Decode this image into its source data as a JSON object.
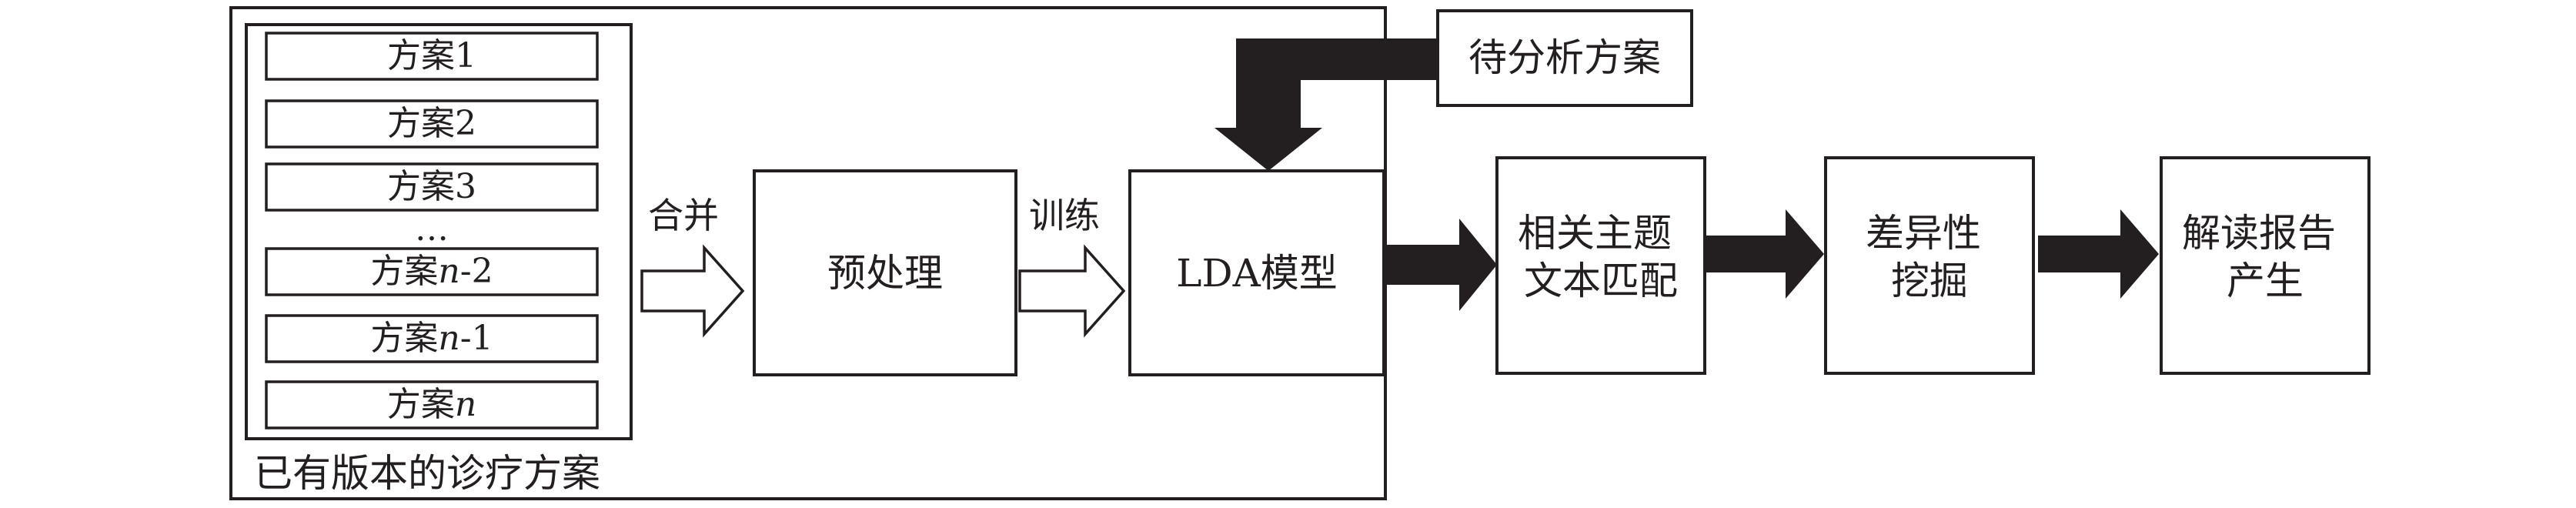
{
  "outer_group": {
    "caption": "已有版本的诊疗方案"
  },
  "plan_list": {
    "items": [
      {
        "prefix": "方案",
        "index": "1",
        "suffix": ""
      },
      {
        "prefix": "方案",
        "index": "2",
        "suffix": ""
      },
      {
        "prefix": "方案",
        "index": "3",
        "suffix": ""
      },
      {
        "prefix": "方案",
        "index": "n",
        "suffix": "-2"
      },
      {
        "prefix": "方案",
        "index": "n",
        "suffix": "-1"
      },
      {
        "prefix": "方案",
        "index": "n",
        "suffix": ""
      }
    ],
    "ellipsis": "…"
  },
  "edges": {
    "merge_label": "合并",
    "train_label": "训练"
  },
  "nodes": {
    "preprocess": "预处理",
    "lda_model": "LDA模型",
    "pending_plan": "待分析方案",
    "topic_match": {
      "line1": "相关主题",
      "line2": "文本匹配"
    },
    "diff_mining": {
      "line1": "差异性",
      "line2": "挖掘"
    },
    "report": {
      "line1": "解读报告",
      "line2": "产生"
    }
  },
  "colors": {
    "ink": "#231f20",
    "background": "#ffffff"
  }
}
